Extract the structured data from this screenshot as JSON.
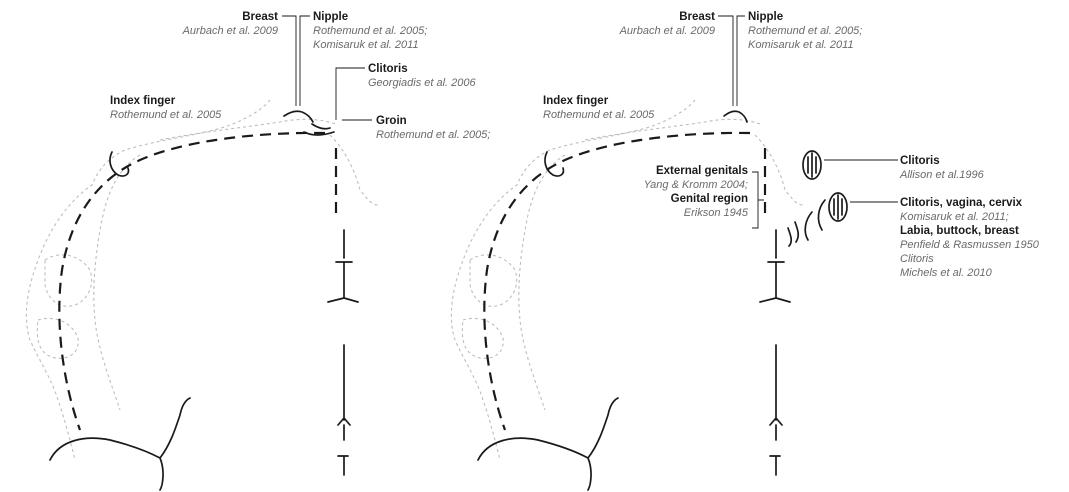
{
  "left_panel": {
    "breast": {
      "name": "Breast",
      "ref": "Aurbach et al. 2009"
    },
    "nipple": {
      "name": "Nipple",
      "ref1": "Rothemund et al. 2005;",
      "ref2": "Komisaruk et al. 2011"
    },
    "clitoris": {
      "name": "Clitoris",
      "ref": "Georgiadis et al. 2006"
    },
    "groin": {
      "name": "Groin",
      "ref": "Rothemund et al. 2005;"
    },
    "index_finger": {
      "name": "Index finger",
      "ref": "Rothemund et al. 2005"
    }
  },
  "right_panel": {
    "breast": {
      "name": "Breast",
      "ref": "Aurbach et al. 2009"
    },
    "nipple": {
      "name": "Nipple",
      "ref1": "Rothemund et al. 2005;",
      "ref2": "Komisaruk et al. 2011"
    },
    "index_finger": {
      "name": "Index finger",
      "ref": "Rothemund et al. 2005"
    },
    "external_genitals": {
      "name": "External genitals",
      "ref": "Yang & Kromm 2004;"
    },
    "genital_region": {
      "name": "Genital region",
      "ref": "Erikson 1945"
    },
    "clitoris_top": {
      "name": "Clitoris",
      "ref": "Allison et al.1996"
    },
    "clitoris_vagina_cervix": {
      "name": "Clitoris, vagina, cervix",
      "ref": "Komisaruk et al. 2011;"
    },
    "labia_buttock_breast": {
      "name": "Labia, buttock, breast",
      "ref": "Penfield & Rasmussen 1950"
    },
    "clitoris_bottom": {
      "name": "Clitoris",
      "ref": "Michels et al. 2010"
    }
  }
}
